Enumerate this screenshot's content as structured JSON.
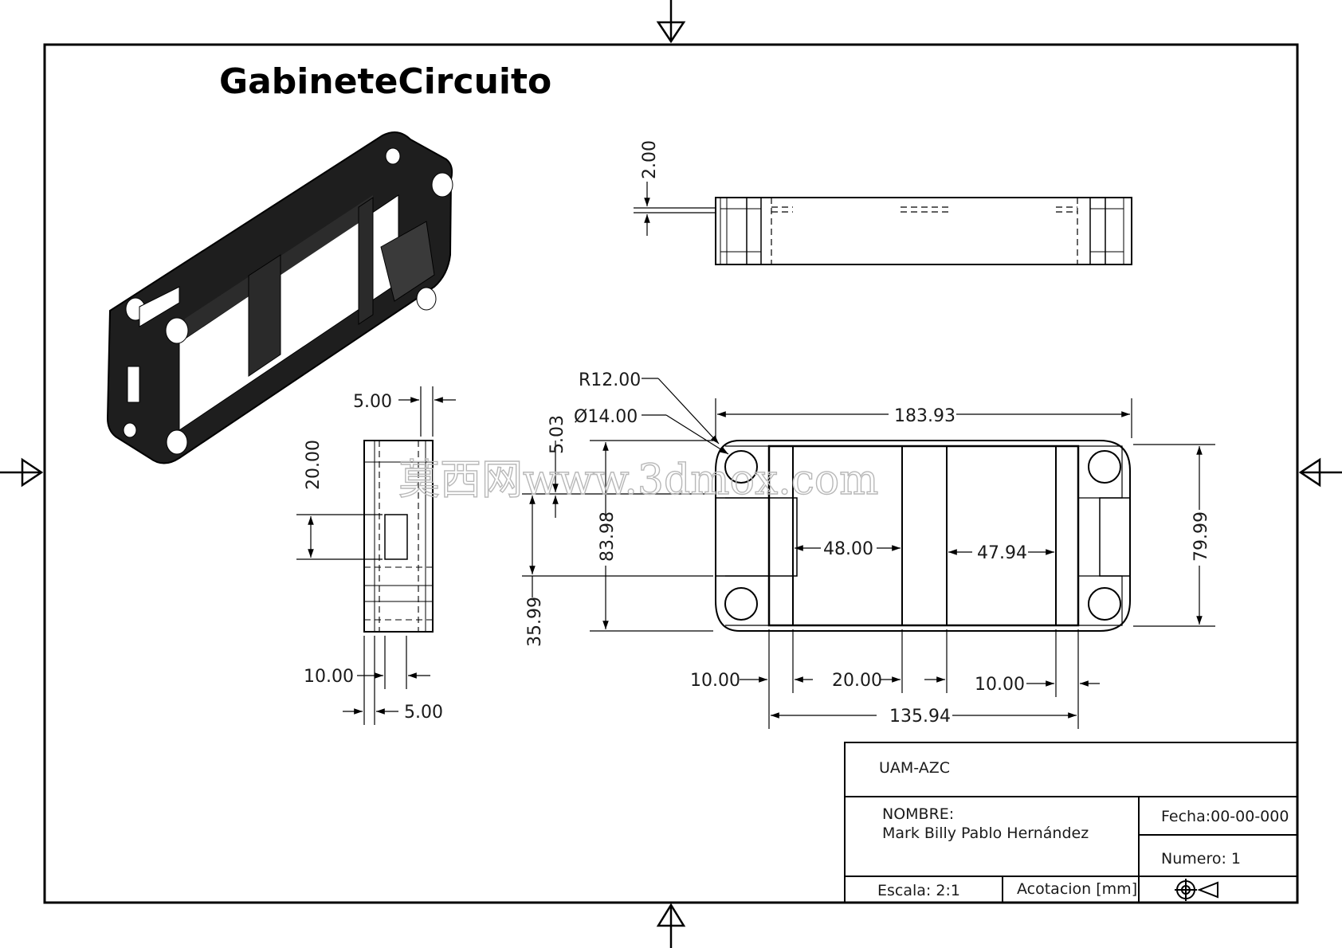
{
  "drawing_title": "GabineteCircuito",
  "dimensions": {
    "top_thickness": "2.00",
    "side_width": "5.00",
    "side_height": "20.00",
    "side_offset": "5.03",
    "side_bottom_width": "10.00",
    "side_bottom_width2": "5.00",
    "radius": "R12.00",
    "hole_diameter": "Ø14.00",
    "overall_length": "183.93",
    "overall_height": "83.98",
    "inner_height": "79.99",
    "center_height": "35.99",
    "pocket_left": "48.00",
    "pocket_right": "47.94",
    "bottom_left": "10.00",
    "bottom_mid": "20.00",
    "bottom_right": "10.00",
    "inner_length": "135.94"
  },
  "watermark": "莫西网www.3dmox.com",
  "title_block": {
    "institution": "UAM-AZC",
    "name_label": "NOMBRE:",
    "name_value": "Mark Billy Pablo Hernández",
    "date": "Fecha:00-00-000",
    "number": "Numero: 1",
    "scale": "Escala: 2:1",
    "units": "Acotacion [mm]",
    "projection_icon": "third-angle-projection-icon"
  },
  "colors": {
    "line": "#000000",
    "iso_fill": "#1e1e1e",
    "watermark": "#b8b8b8"
  }
}
